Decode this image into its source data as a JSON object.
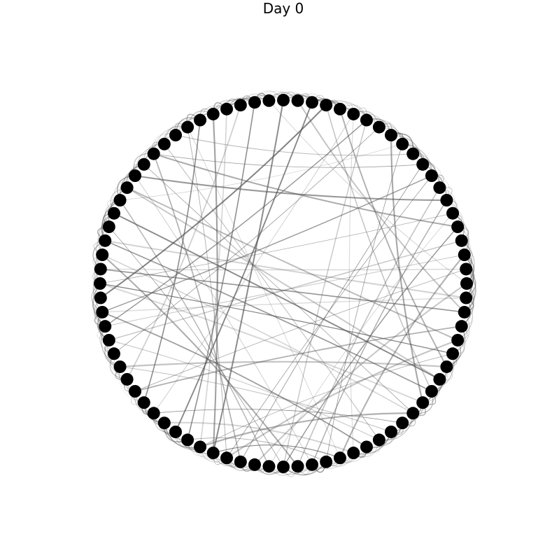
{
  "figure": {
    "title": "Day 0"
  },
  "graph": {
    "layout": "circular",
    "node_count": 80,
    "node_color": "#000000",
    "edge_color": "#555555",
    "background": "#ffffff",
    "edges": [
      [
        13,
        39
      ],
      [
        14,
        38
      ],
      [
        15,
        41
      ],
      [
        16,
        40
      ],
      [
        17,
        56
      ],
      [
        12,
        58
      ],
      [
        18,
        57
      ],
      [
        10,
        72
      ],
      [
        11,
        70
      ],
      [
        9,
        66
      ],
      [
        24,
        44
      ],
      [
        25,
        46
      ],
      [
        23,
        52
      ],
      [
        26,
        54
      ],
      [
        30,
        46
      ],
      [
        31,
        50
      ],
      [
        28,
        63
      ],
      [
        29,
        60
      ],
      [
        34,
        58
      ],
      [
        36,
        45
      ],
      [
        37,
        47
      ],
      [
        35,
        49
      ],
      [
        32,
        54
      ],
      [
        33,
        56
      ],
      [
        39,
        62
      ],
      [
        40,
        64
      ],
      [
        41,
        66
      ],
      [
        38,
        68
      ],
      [
        43,
        70
      ],
      [
        44,
        73
      ],
      [
        45,
        75
      ],
      [
        46,
        76
      ],
      [
        47,
        78
      ],
      [
        48,
        2
      ],
      [
        50,
        5
      ],
      [
        55,
        7
      ],
      [
        57,
        6
      ],
      [
        59,
        3
      ],
      [
        61,
        19
      ],
      [
        63,
        21
      ],
      [
        65,
        27
      ],
      [
        67,
        24
      ],
      [
        69,
        30
      ],
      [
        71,
        33
      ],
      [
        74,
        51
      ],
      [
        77,
        53
      ],
      [
        79,
        20
      ],
      [
        1,
        22
      ],
      [
        4,
        26
      ],
      [
        8,
        29
      ],
      [
        0,
        45
      ],
      [
        2,
        48
      ],
      [
        6,
        40
      ],
      [
        12,
        44
      ],
      [
        18,
        36
      ],
      [
        19,
        52
      ],
      [
        21,
        58
      ],
      [
        22,
        61
      ],
      [
        27,
        67
      ],
      [
        20,
        42
      ],
      [
        73,
        36
      ],
      [
        62,
        30
      ],
      [
        5,
        35
      ],
      [
        15,
        60
      ],
      [
        9,
        37
      ],
      [
        11,
        43
      ],
      [
        60,
        25
      ],
      [
        68,
        14
      ],
      [
        70,
        16
      ],
      [
        3,
        28
      ]
    ]
  }
}
